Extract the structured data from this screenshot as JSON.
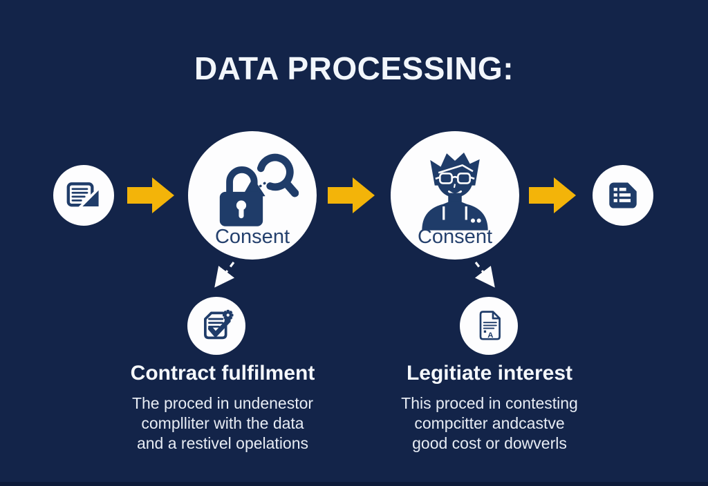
{
  "title": "DATA PROCESSING:",
  "colors": {
    "background": "#132449",
    "circle_fill": "#fdfdfe",
    "icon_navy": "#1f3c69",
    "arrow_gold": "#f3b409",
    "heading_text": "#f5f8fc",
    "body_text": "#e7ecf4",
    "label_navy": "#24406d"
  },
  "flow": {
    "start_icon": "document-pen-icon",
    "arrow_icon": "right-arrow-icon",
    "stage1": {
      "label": "Consent",
      "icon": "lock-magnifier-icon"
    },
    "stage2": {
      "label": "Consent",
      "icon": "person-glasses-icon"
    },
    "end_icon": "form-list-icon"
  },
  "branches": [
    {
      "heading": "Contract fulfilment",
      "icon": "checklist-gear-icon",
      "lines": [
        "The proced in undenestor",
        "complliter with the data",
        "and a restivel opelations"
      ]
    },
    {
      "heading": "Legitiate interest",
      "icon": "document-a-icon",
      "icon_letter": "A",
      "lines": [
        "This proced in contesting",
        "compcitter andcastve",
        "good cost or dowverls"
      ]
    }
  ]
}
